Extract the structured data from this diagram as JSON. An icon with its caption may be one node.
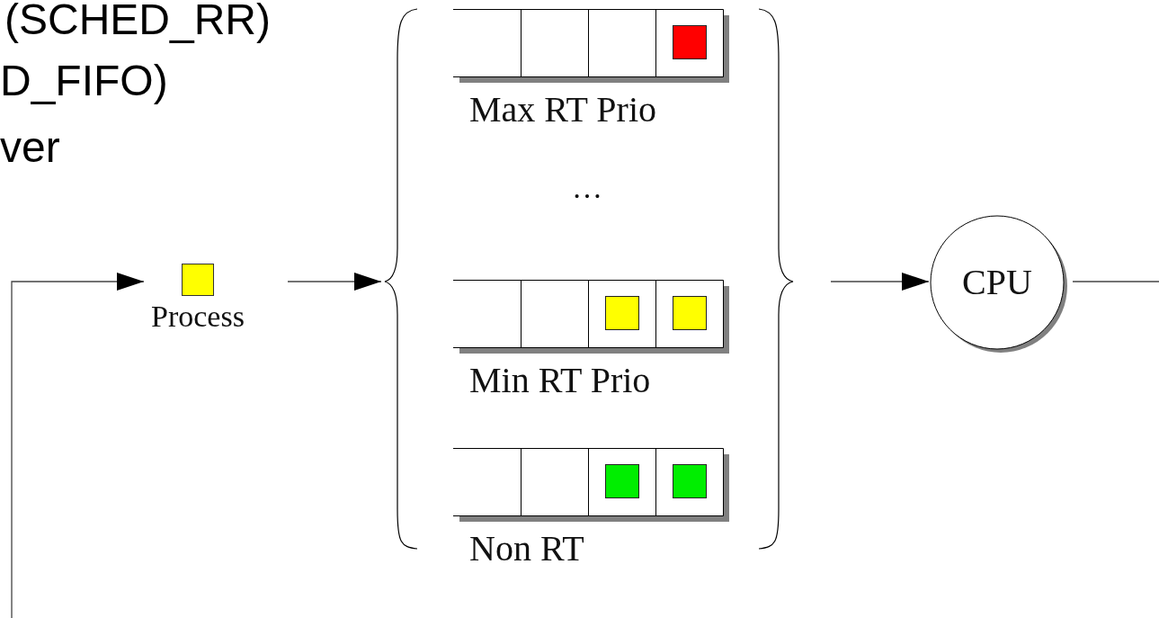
{
  "diagram": {
    "nodes": [
      {
        "text": [
          "Process"
        ]
      },
      {
        "text": [],
        "shape": "bracket"
      },
      {
        "text": [
          "Max RT Prio"
        ],
        "in": 1
      },
      {
        "text": [
          "Min RT Prio"
        ],
        "in": 1
      },
      {
        "text": [
          "Non RT"
        ],
        "in": 1
      },
      {
        "text": [
          "CPU"
        ]
      }
    ],
    "edges": [
      {
        "from": null,
        "to": 0,
        "arrow": "to"
      },
      {
        "from": 0,
        "to": 1,
        "arrow": "to"
      },
      {
        "from": 1,
        "to": 5,
        "arrow": "to"
      },
      {
        "from": 5,
        "to": null,
        "arrow": "none"
      }
    ],
    "labels": [
      "(SCHED_RR)",
      "D_FIFO)",
      "ver",
      "…"
    ]
  }
}
